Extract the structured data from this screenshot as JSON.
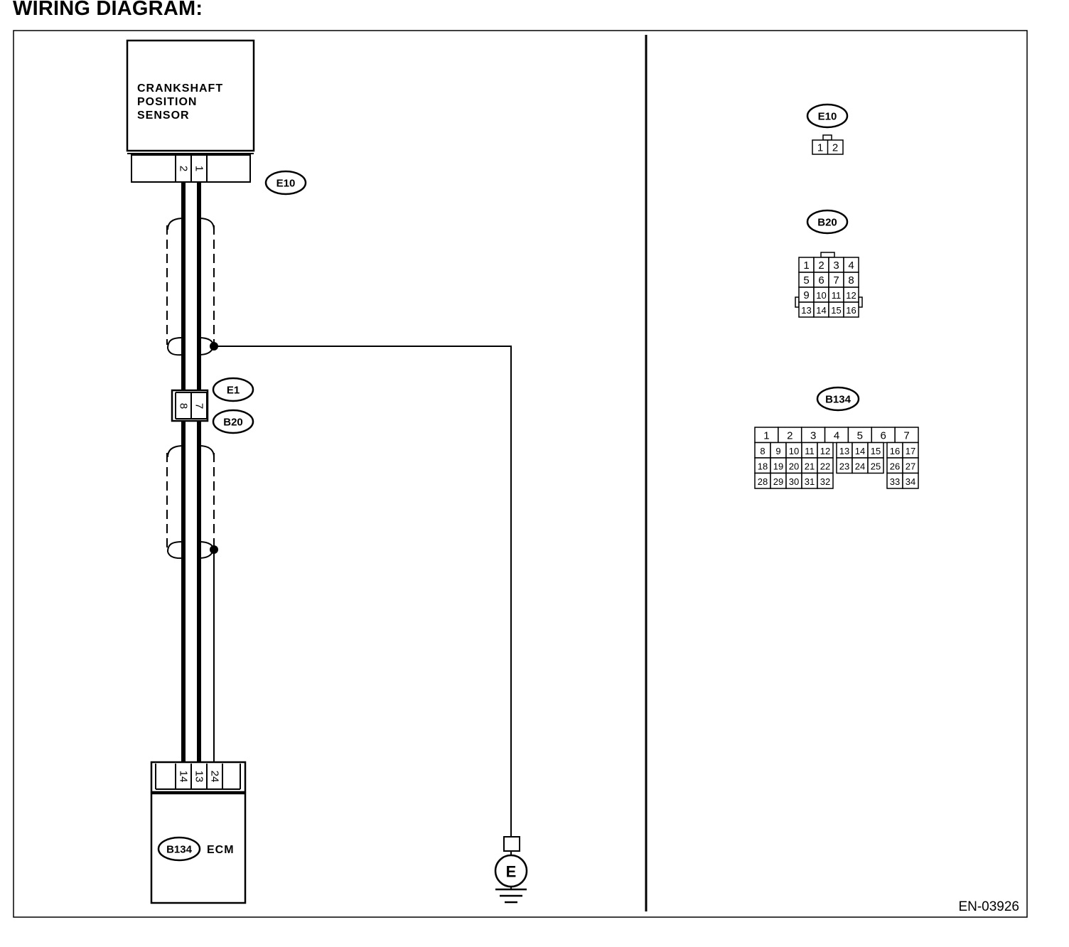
{
  "page": {
    "title": "WIRING DIAGRAM:"
  },
  "sensor": {
    "label_lines": [
      "CRANKSHAFT",
      "POSITION",
      "SENSOR"
    ],
    "connector": "E10",
    "pins": [
      "2",
      "1"
    ]
  },
  "joint": {
    "connector_top": "E1",
    "connector_bottom": "B20",
    "pins": [
      "8",
      "7"
    ]
  },
  "ecm": {
    "label": "ECM",
    "connector": "B134",
    "pins": [
      "14",
      "13",
      "24"
    ]
  },
  "ground": {
    "symbol": "E"
  },
  "connector_views": {
    "e10": {
      "tag": "E10",
      "pins": [
        "1",
        "2"
      ]
    },
    "b20": {
      "tag": "B20",
      "rows": [
        [
          "1",
          "2",
          "3",
          "4"
        ],
        [
          "5",
          "6",
          "7",
          "8"
        ],
        [
          "9",
          "10",
          "11",
          "12"
        ],
        [
          "13",
          "14",
          "15",
          "16"
        ]
      ]
    },
    "b134": {
      "tag": "B134",
      "top_row": [
        "1",
        "2",
        "3",
        "4",
        "5",
        "6",
        "7"
      ],
      "groupA": [
        [
          "8",
          "9",
          "10",
          "11",
          "12"
        ],
        [
          "18",
          "19",
          "20",
          "21",
          "22"
        ],
        [
          "28",
          "29",
          "30",
          "31",
          "32"
        ]
      ],
      "groupB": [
        [
          "13",
          "14",
          "15"
        ],
        [
          "23",
          "24",
          "25"
        ]
      ],
      "groupC": [
        [
          "16",
          "17"
        ],
        [
          "26",
          "27"
        ],
        [
          "33",
          "34"
        ]
      ]
    }
  },
  "figure_code": "EN-03926"
}
